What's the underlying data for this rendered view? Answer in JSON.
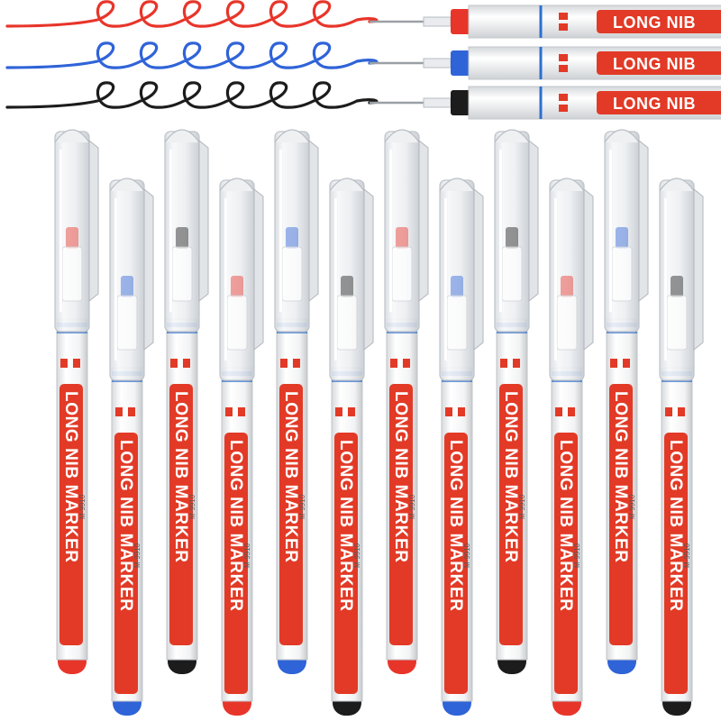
{
  "product": {
    "short_label": "LONG NIB",
    "long_label": "LONG NIB MARKER",
    "model_code": "M-9910"
  },
  "colors": {
    "red": "#e8352a",
    "blue": "#2f63d8",
    "black": "#1c1c1c",
    "label_red": "#e23a26",
    "stripe_blue": "#2d6fd0"
  },
  "swatches": [
    {
      "ink": "red"
    },
    {
      "ink": "blue"
    },
    {
      "ink": "black"
    }
  ],
  "markers": [
    {
      "ink": "red"
    },
    {
      "ink": "blue"
    },
    {
      "ink": "black"
    },
    {
      "ink": "red"
    },
    {
      "ink": "blue"
    },
    {
      "ink": "black"
    },
    {
      "ink": "red"
    },
    {
      "ink": "blue"
    },
    {
      "ink": "black"
    },
    {
      "ink": "red"
    },
    {
      "ink": "blue"
    },
    {
      "ink": "black"
    }
  ]
}
